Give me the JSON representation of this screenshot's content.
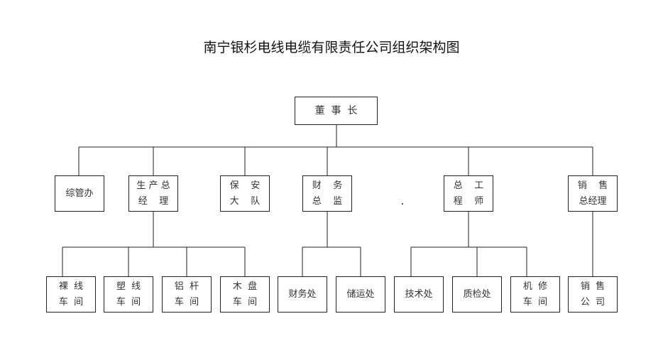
{
  "title": "南宁银杉电线电缆有限责任公司组织架构图",
  "chairman": "董  事  长",
  "departments": [
    {
      "lines": [
        "综管办"
      ]
    },
    {
      "lines": [
        "生 产 总",
        "经    理"
      ]
    },
    {
      "lines": [
        "保    安",
        "大    队"
      ]
    },
    {
      "lines": [
        "财    务",
        "总    监"
      ]
    },
    {
      "lines": [
        "总    工",
        "程    师"
      ]
    },
    {
      "lines": [
        "销    售",
        "总经理"
      ]
    }
  ],
  "units": [
    {
      "lines": [
        "裸  线",
        "车  间"
      ]
    },
    {
      "lines": [
        "塑  线",
        "车  间"
      ]
    },
    {
      "lines": [
        "铝  杆",
        "车  间"
      ]
    },
    {
      "lines": [
        "木  盘",
        "车  间"
      ]
    },
    {
      "lines": [
        "财务处"
      ]
    },
    {
      "lines": [
        "储运处"
      ]
    },
    {
      "lines": [
        "技术处"
      ]
    },
    {
      "lines": [
        "质检处"
      ]
    },
    {
      "lines": [
        "机  修",
        "车  间"
      ]
    },
    {
      "lines": [
        "销  售",
        "公  司"
      ]
    }
  ]
}
